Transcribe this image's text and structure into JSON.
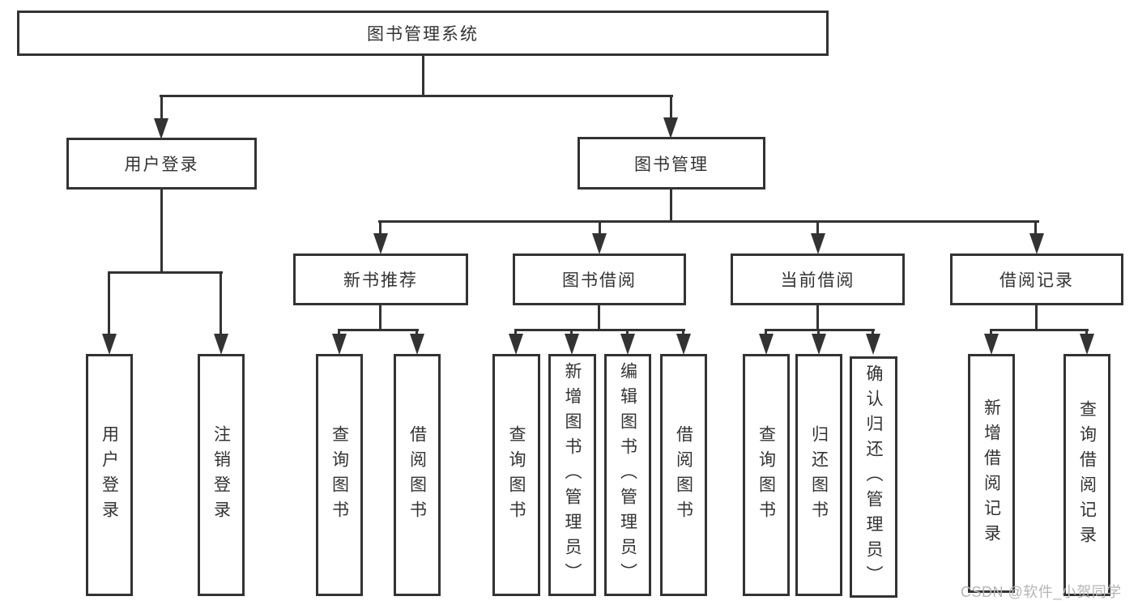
{
  "diagram": {
    "root": {
      "label": "图书管理系统"
    },
    "branches": {
      "user_login": {
        "label": "用户登录",
        "children": [
          {
            "label": "用户登录"
          },
          {
            "label": "注销登录"
          }
        ]
      },
      "book_management": {
        "label": "图书管理",
        "sections": [
          {
            "label": "新书推荐",
            "children": [
              {
                "label": "查询图书"
              },
              {
                "label": "借阅图书"
              }
            ]
          },
          {
            "label": "图书借阅",
            "children": [
              {
                "label": "查询图书"
              },
              {
                "label": "新增图书（管理员）"
              },
              {
                "label": "编辑图书（管理员）"
              },
              {
                "label": "借阅图书"
              }
            ]
          },
          {
            "label": "当前借阅",
            "children": [
              {
                "label": "查询图书"
              },
              {
                "label": "归还图书"
              },
              {
                "label": "确认归还（管理员）"
              }
            ]
          },
          {
            "label": "借阅记录",
            "children": [
              {
                "label": "新增借阅记录"
              },
              {
                "label": "查询借阅记录"
              }
            ]
          }
        ]
      }
    }
  },
  "watermark": {
    "text": "CSDN @软件_小贺同学"
  },
  "colors": {
    "line": "#333333",
    "box_border": "#333333",
    "text": "#333333",
    "background": "#ffffff",
    "watermark": "#b5b5b5"
  }
}
